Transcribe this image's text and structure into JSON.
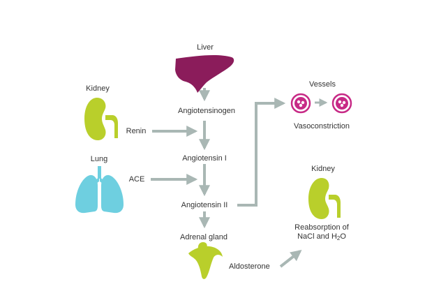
{
  "labels": {
    "liver": "Liver",
    "angiotensinogen": "Angiotensinogen",
    "kidney_left": "Kidney",
    "renin": "Renin",
    "angiotensin_i": "Angiotensin I",
    "lung": "Lung",
    "ace": "ACE",
    "angiotensin_ii": "Angiotensin II",
    "adrenal_gland": "Adrenal gland",
    "aldosterone": "Aldosterone",
    "vessels": "Vessels",
    "vasoconstriction": "Vasoconstriction",
    "kidney_right": "Kidney",
    "reabsorption_line1": "Reabsorption of",
    "reabsorption_pre": "NaCl and H",
    "reabsorption_sub": "2",
    "reabsorption_post": "O"
  },
  "icons": {
    "liver": "liver-icon",
    "kidney": "kidney-icon",
    "lung": "lung-icon",
    "adrenal": "adrenal-gland-icon",
    "vessel": "blood-vessel-icon"
  },
  "colors": {
    "arrow": "#a9b7b4",
    "liver": "#8b1c5b",
    "kidney": "#b9cf2b",
    "lung": "#6ecfe0",
    "vessel": "#c72a86",
    "text": "#333333"
  }
}
